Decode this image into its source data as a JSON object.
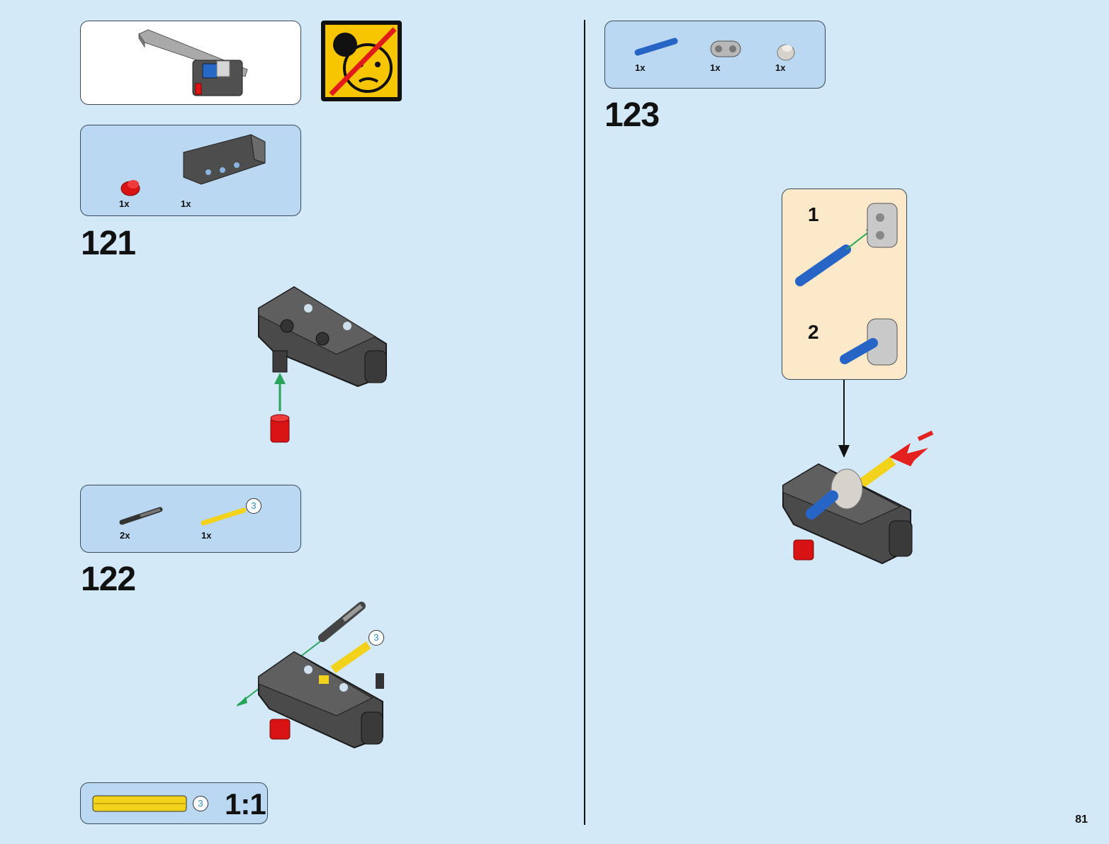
{
  "page": {
    "number": "81"
  },
  "warning_icon": "no-looking-at-sun-icon",
  "steps": [
    {
      "number": "121",
      "parts": [
        {
          "qty": "1x",
          "icon": "red-bush-icon"
        },
        {
          "qty": "1x",
          "icon": "engine-housing-icon"
        }
      ]
    },
    {
      "number": "122",
      "parts": [
        {
          "qty": "2x",
          "icon": "shock-absorber-icon"
        },
        {
          "qty": "1x",
          "icon": "yellow-axle-icon",
          "length": "3"
        }
      ],
      "callout_length": "3"
    },
    {
      "number": "123",
      "parts": [
        {
          "qty": "1x",
          "icon": "blue-pin-icon"
        },
        {
          "qty": "1x",
          "icon": "gray-connector-icon"
        },
        {
          "qty": "1x",
          "icon": "gray-bush-icon"
        }
      ],
      "substeps": [
        "1",
        "2"
      ]
    }
  ],
  "scale_guide": {
    "length": "3",
    "ratio": "1:1"
  },
  "colors": {
    "background": "#d3e9f8",
    "panel": "#bad8f2",
    "callout": "#fbe9c9",
    "arrow_green": "#27a35a",
    "arrow_red": "#e3221f"
  }
}
